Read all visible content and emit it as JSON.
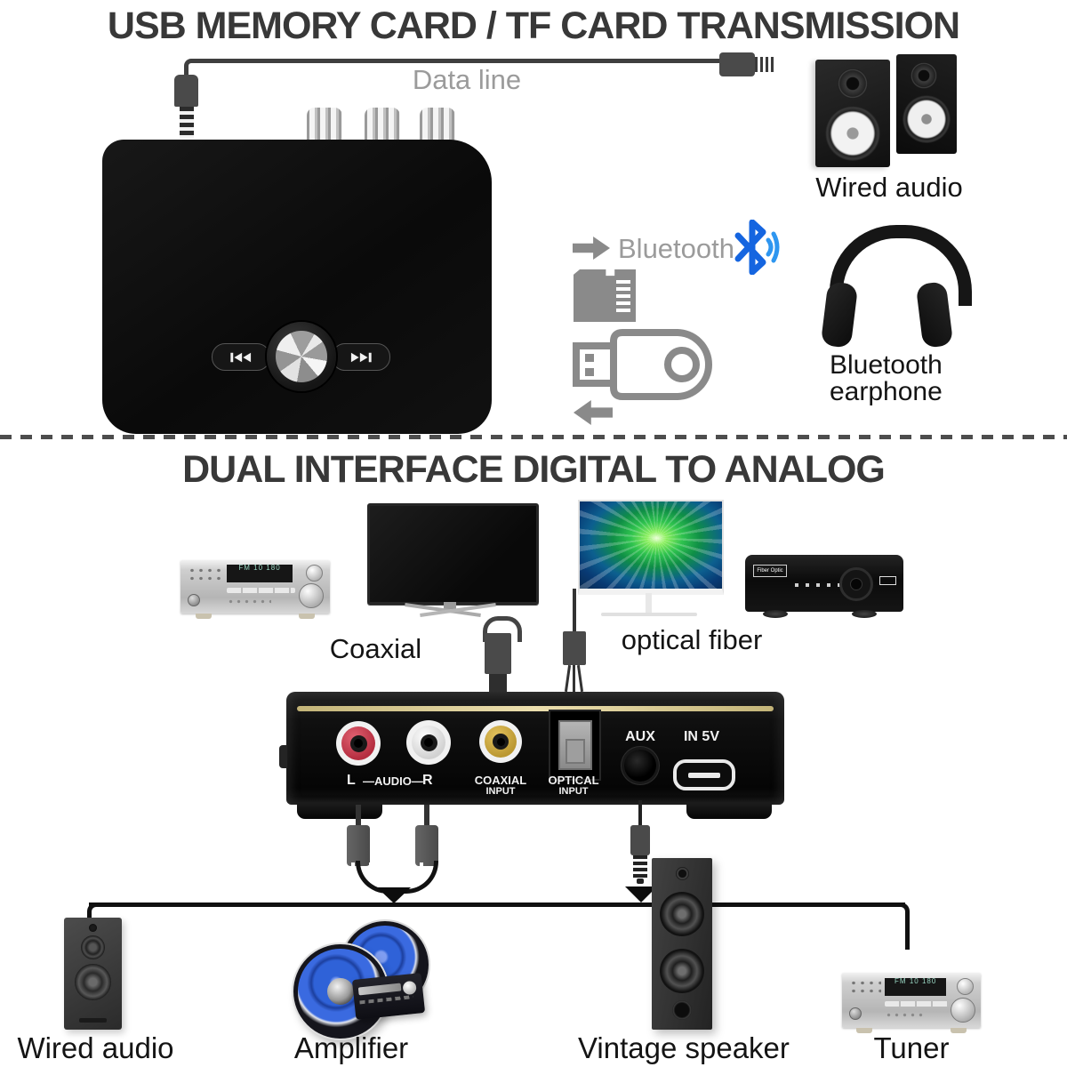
{
  "top": {
    "title": "USB MEMORY CARD / TF CARD TRANSMISSION",
    "data_line": "Data line",
    "wired_audio": "Wired audio",
    "bluetooth": "Bluetooth",
    "earphone_line1": "Bluetooth",
    "earphone_line2": "earphone"
  },
  "bottom": {
    "title": "DUAL INTERFACE DIGITAL TO ANALOG",
    "coaxial": "Coaxial",
    "optical_fiber": "optical fiber",
    "wired_audio": "Wired audio",
    "amplifier": "Amplifier",
    "vintage_speaker": "Vintage speaker",
    "tuner": "Tuner",
    "stb_label": "Fiber Optic",
    "receiver_display": "FM 10 180",
    "tuner_display": "FM 10 180"
  },
  "panel": {
    "l": "L",
    "audio": "—AUDIO—",
    "r": "R",
    "coaxial1": "COAXIAL",
    "coaxial2": "INPUT",
    "optical1": "OPTICAL",
    "optical2": "INPUT",
    "aux": "AUX",
    "in5v": "IN 5V"
  },
  "colors": {
    "title_gray": "#383838",
    "label_gray": "#9b9b9b",
    "bluetooth_blue": "#1565e0",
    "bluetooth_wave_blue": "#2e96f0",
    "gold_stripe": "#d8c98e",
    "rca_red": "#c9404f",
    "rca_white": "#e9e9e9",
    "rca_yellow": "#cfa93f",
    "amp_speaker_blue": "#2f62d8"
  }
}
